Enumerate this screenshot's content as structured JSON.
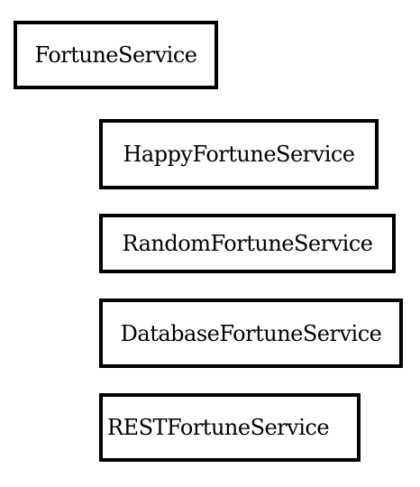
{
  "diagram": {
    "nodes": [
      {
        "id": "b0",
        "label": "FortuneService"
      },
      {
        "id": "b1",
        "label": "HappyFortuneService"
      },
      {
        "id": "b2",
        "label": "RandomFortuneService"
      },
      {
        "id": "b3",
        "label": "DatabaseFortuneService"
      },
      {
        "id": "b4",
        "label": "RESTFortuneService"
      }
    ]
  }
}
